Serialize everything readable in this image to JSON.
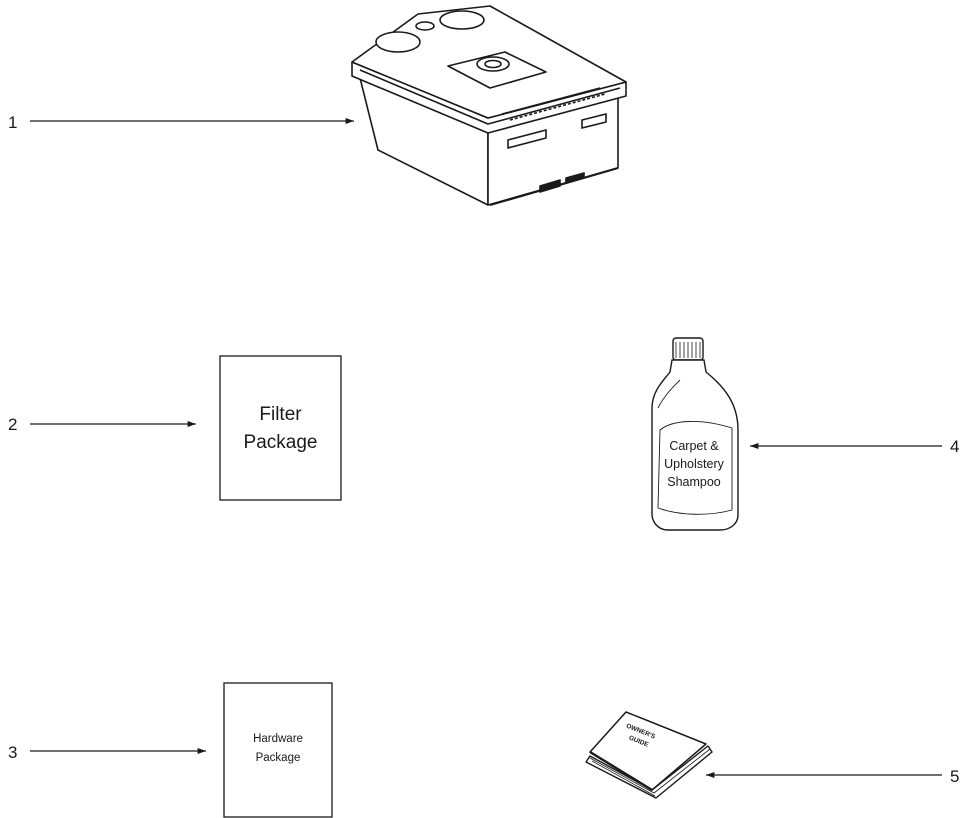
{
  "callouts": [
    "1",
    "2",
    "3",
    "4",
    "5"
  ],
  "parts": {
    "filter_package": {
      "line1": "Filter",
      "line2": "Package"
    },
    "hardware_package": {
      "line1": "Hardware",
      "line2": "Package"
    },
    "shampoo": {
      "line1": "Carpet &",
      "line2": "Upholstery",
      "line3": "Shampoo"
    },
    "owners_guide": {
      "line1": "OWNER'S",
      "line2": "GUIDE"
    }
  }
}
